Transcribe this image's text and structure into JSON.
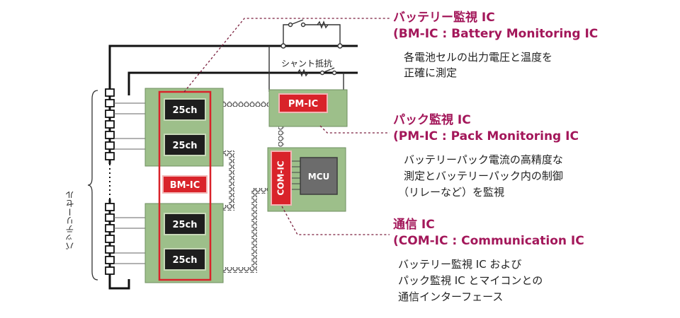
{
  "callouts": {
    "bm": {
      "title_ja": "バッテリー監視 IC",
      "title_en": "(BM-IC : Battery Monitoring  IC",
      "desc": [
        "各電池セルの出力電圧と温度を",
        "正確に測定"
      ]
    },
    "pm": {
      "title_ja": "パック監視 IC",
      "title_en": "(PM-IC : Pack Monitoring  IC",
      "desc": [
        "バッテリーパック電流の高精度な",
        "測定とバッテリーパック内の制御",
        "（リレーなど）を監視"
      ]
    },
    "com": {
      "title_ja": "通信 IC",
      "title_en": "(COM-IC : Communication  IC",
      "desc": [
        "バッテリー監視 IC および",
        "パック監視 IC とマイコンとの",
        "通信インターフェース"
      ]
    }
  },
  "diagram": {
    "battery_cells_label": "バッテリーセル",
    "shunt_label": "シャント抵抗",
    "channel_label": "25ch",
    "bm_ic_label": "BM-IC",
    "pm_ic_label": "PM-IC",
    "com_ic_label": "COM-IC",
    "mcu_label": "MCU"
  },
  "colors": {
    "accent": "#a3175a",
    "ic_red": "#d9232a",
    "board_green": "#9dbf8a",
    "chip_black": "#1e1e1e",
    "mcu_gray": "#6c6c6c"
  }
}
